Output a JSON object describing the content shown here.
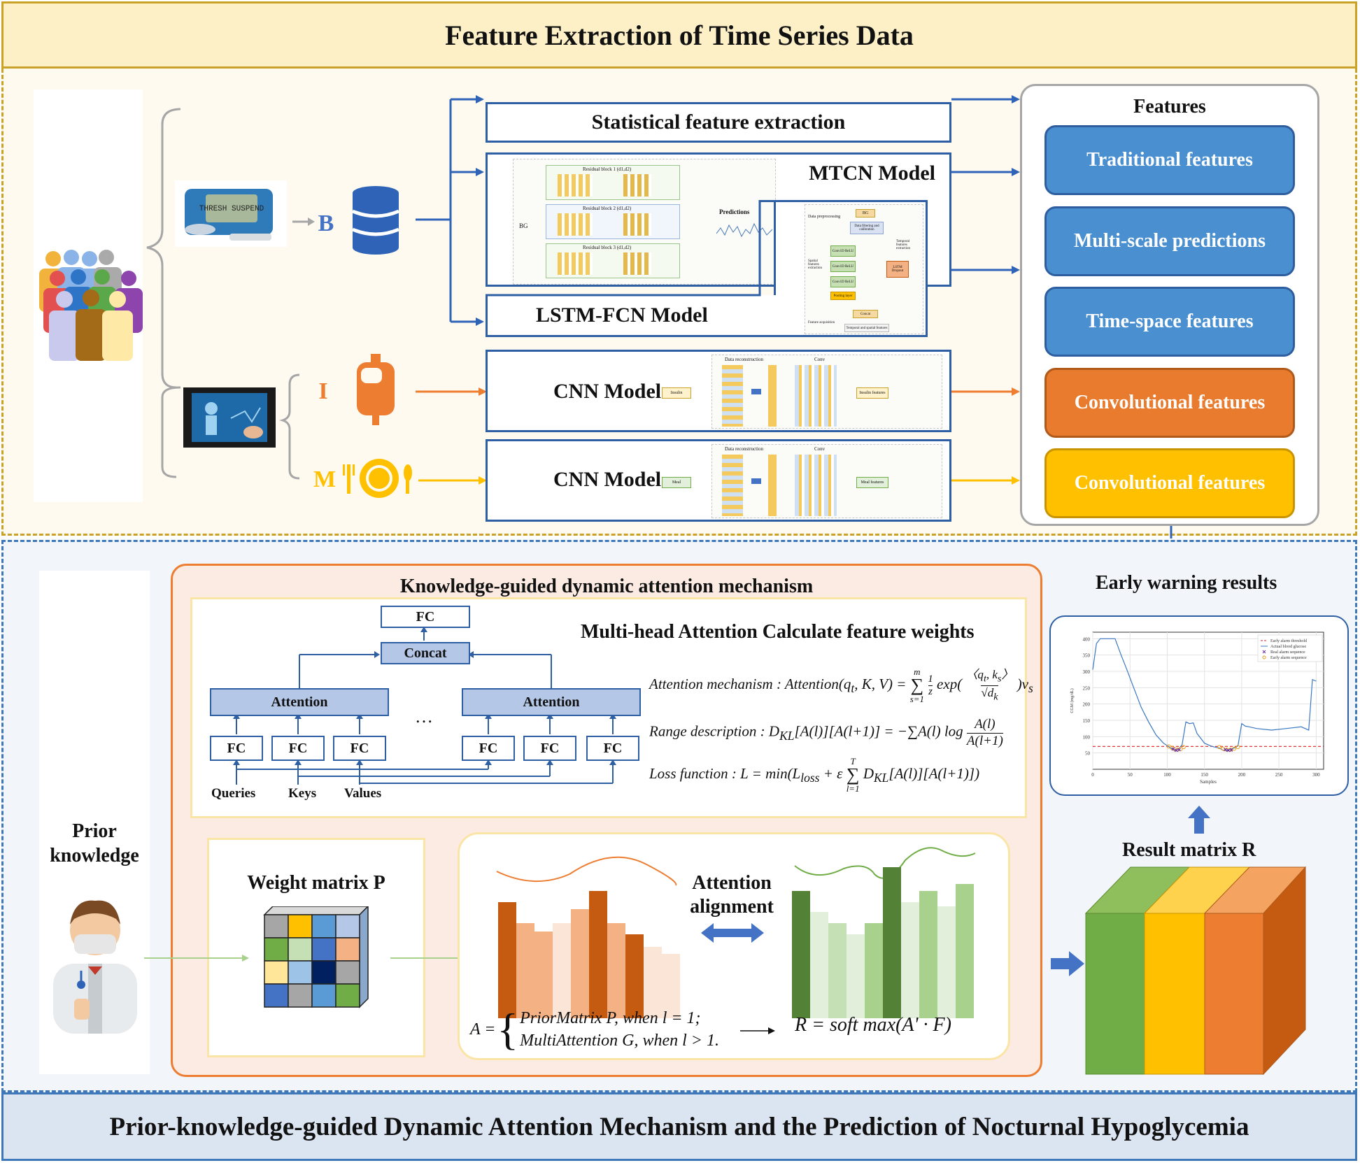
{
  "top": {
    "title": "Feature Extraction of Time Series Data",
    "letter_b": "B",
    "letter_i": "I",
    "letter_m": "M",
    "pump_screen_text": "THRESH SUSPEND",
    "statistical_label": "Statistical feature extraction",
    "mtcn_label": "MTCN Model",
    "lstm_label": "LSTM-FCN Model",
    "cnn_insulin_label": "CNN Model",
    "cnn_meal_label": "CNN Model",
    "mtcn_thumb": {
      "bg": "BG",
      "predictions": "Predictions",
      "blocks": [
        "Residual block 1 (d1,d2)",
        "Residual block 2 (d1,d2)",
        "Residual block 3 (d1,d2)"
      ]
    },
    "lstm_thumb": {
      "bg": "BG",
      "preprocessing": "Data preprocessing",
      "filter": "Data filtering and calibration",
      "spatial": "Spatial features extraction",
      "temporal": "Temporal features extraction",
      "conv": [
        "Conv1D ReLU",
        "Conv1D ReLU",
        "Conv1D ReLU"
      ],
      "pooling": "Pooling layer",
      "lstm": "LSTM Dropout",
      "concat": "Concat",
      "acquisition": "Feature acquisition",
      "output": "Temporal and spatial features"
    },
    "cnn_thumb_insulin": {
      "recon": "Data reconstruction",
      "conv": "Conv",
      "input": "Insulin",
      "output": "Insulin features"
    },
    "cnn_thumb_meal": {
      "recon": "Data reconstruction",
      "conv": "Conv",
      "input": "Meal",
      "output": "Meal features"
    },
    "features_title": "Features",
    "features": [
      {
        "label": "Traditional features",
        "color": "#4a8fd0"
      },
      {
        "label": "Multi-scale predictions",
        "color": "#4a8fd0"
      },
      {
        "label": "Time-space features",
        "color": "#4a8fd0"
      },
      {
        "label": "Convolutional features",
        "color": "#e87b2e"
      },
      {
        "label": "Convolutional features",
        "color": "#ffc000"
      }
    ]
  },
  "bottom": {
    "prior_knowledge": "Prior knowledge",
    "kg_title": "Knowledge-guided dynamic attention mechanism",
    "mh_title": "Multi-head Attention Calculate feature weights",
    "fc_label": "FC",
    "concat_label": "Concat",
    "attention_label": "Attention",
    "ellipsis": "…",
    "queries": "Queries",
    "keys": "Keys",
    "values": "Values",
    "formula_attention_label": "Attention mechanism :",
    "formula_attention_lhs": "Attention(q",
    "formula_range_label": "Range description :",
    "formula_loss_label": "Loss function :",
    "weight_matrix": "Weight matrix P",
    "attention_alignment_1": "Attention",
    "attention_alignment_2": "alignment",
    "formula_a_lhs": "A =",
    "formula_a_case1": "PriorMatrix P, when l = 1;",
    "formula_a_case2": "MultiAttention G, when l > 1.",
    "formula_r": "R = soft max(A' · F)",
    "early_warning": "Early warning results",
    "result_matrix": "Result matrix R",
    "title": "Prior-knowledge-guided Dynamic Attention Mechanism and the Prediction of Nocturnal Hypoglycemia"
  },
  "glucose_chart": {
    "type": "line",
    "xlabel": "Samples",
    "ylabel": "CGM (mg/dL)",
    "xlim": [
      0,
      310
    ],
    "ylim": [
      0,
      420
    ],
    "xticks": [
      0,
      50,
      100,
      150,
      200,
      250,
      300
    ],
    "yticks": [
      50,
      100,
      150,
      200,
      250,
      300,
      350,
      400
    ],
    "threshold": 70,
    "legend": [
      "Early alarm threshold",
      "Actual blood glucose",
      "Real alarm sequence",
      "Early alarm sequence"
    ],
    "series_x": [
      0,
      5,
      10,
      20,
      30,
      38,
      45,
      55,
      65,
      75,
      85,
      95,
      105,
      110,
      115,
      120,
      125,
      130,
      135,
      140,
      145,
      150,
      160,
      170,
      175,
      180,
      185,
      190,
      195,
      200,
      205,
      210,
      220,
      240,
      260,
      280,
      290,
      295,
      300
    ],
    "series_y": [
      305,
      385,
      400,
      400,
      400,
      350,
      310,
      250,
      190,
      145,
      105,
      80,
      65,
      58,
      62,
      75,
      145,
      140,
      142,
      110,
      95,
      80,
      70,
      65,
      58,
      58,
      62,
      65,
      72,
      140,
      132,
      130,
      125,
      120,
      125,
      130,
      120,
      275,
      270
    ],
    "real_alarm_x": [
      108,
      112,
      116,
      178,
      182,
      186
    ],
    "real_alarm_y": [
      62,
      58,
      60,
      60,
      58,
      59
    ],
    "early_alarm_x": [
      102,
      106,
      110,
      114,
      118,
      122,
      170,
      175,
      180,
      185,
      190,
      195
    ],
    "early_alarm_y": [
      70,
      66,
      62,
      60,
      62,
      68,
      68,
      63,
      60,
      60,
      63,
      68
    ]
  }
}
